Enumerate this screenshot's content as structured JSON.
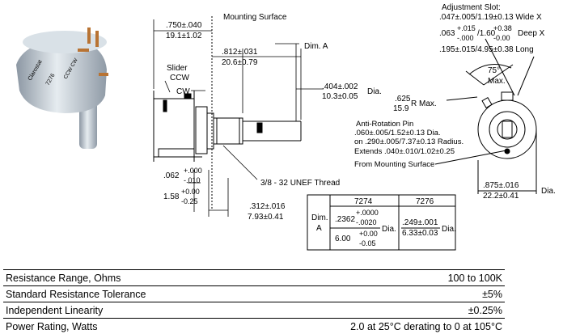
{
  "drawing": {
    "mounting_surface": "Mounting Surface",
    "dim_a": "Dim. A",
    "dim_overall_in": ".750±.040",
    "dim_overall_mm": "19.1±1.02",
    "dim_bushing_in": ".812±.031",
    "dim_bushing_mm": "20.6±0.79",
    "shaft_dia_in": ".404±.002",
    "shaft_dia_mm": "10.3±0.05",
    "dia": "Dia.",
    "slider": "Slider",
    "ccw": "CCW",
    "cw": "CW",
    "thread": "3/8 - 32 UNEF Thread",
    "flange_in": ".062",
    "flange_in_tol_plus": "+.000",
    "flange_in_tol_minus": "-.010",
    "flange_mm": "1.58",
    "flange_mm_tol_plus": "+0.00",
    "flange_mm_tol_minus": "-0.25",
    "bushing_len_in": ".312±.016",
    "bushing_len_mm": "7.93±0.41",
    "adj_slot_title": "Adjustment Slot:",
    "adj_slot_line1": ".047±.005/1.19±0.13 Wide X",
    "adj_slot_depth_in": ".063",
    "adj_slot_depth_in_plus": "+.015",
    "adj_slot_depth_in_minus": "-.000",
    "adj_slot_depth_mm": "/1.60",
    "adj_slot_depth_mm_plus": "+0.38",
    "adj_slot_depth_mm_minus": "-0.00",
    "adj_slot_depth_label": "Deep X",
    "adj_slot_line3": ".195±.015/4.95±0.38 Long",
    "angle": "75°",
    "angle_max": "Max.",
    "radius_in": ".625",
    "radius_mm": "15.9",
    "radius_label": "R Max.",
    "anti_rot_1": "Anti-Rotation Pin",
    "anti_rot_2": ".060±.005/1.52±0.13 Dia.",
    "anti_rot_3": "on .290±.005/7.37±0.13 Radius.",
    "anti_rot_4": "Extends .040±.010/1.02±0.25",
    "anti_rot_5": "From Mounting Surface",
    "body_dia_in": ".875±.016",
    "body_dia_mm": "22.2±0.41",
    "photo_label_1": "Clarostat",
    "photo_label_2": "7276",
    "photo_label_3": "CCW  CW"
  },
  "dim_table": {
    "row_label_1": "Dim.",
    "row_label_2": "A",
    "col_7274": "7274",
    "col_7276": "7276",
    "v7274_in": ".2362",
    "v7274_in_plus": "+.0000",
    "v7274_in_minus": "-.0020",
    "v7274_mm": "6.00",
    "v7274_mm_plus": "+0.00",
    "v7274_mm_minus": "-0.05",
    "v7276_in": ".249±.001",
    "v7276_mm": "6.33±0.03",
    "dia": "Dia."
  },
  "specs": [
    {
      "label": "Resistance Range, Ohms",
      "value": "100 to 100K"
    },
    {
      "label": "Standard Resistance Tolerance",
      "value": "±5%"
    },
    {
      "label": "Independent Linearity",
      "value": "±0.25%"
    },
    {
      "label": "Power Rating, Watts",
      "value": "2.0 at 25°C derating to 0 at 105°C"
    }
  ],
  "colors": {
    "line": "#000000",
    "pot_body": "#c9d4dc",
    "pin": "#b87333"
  }
}
